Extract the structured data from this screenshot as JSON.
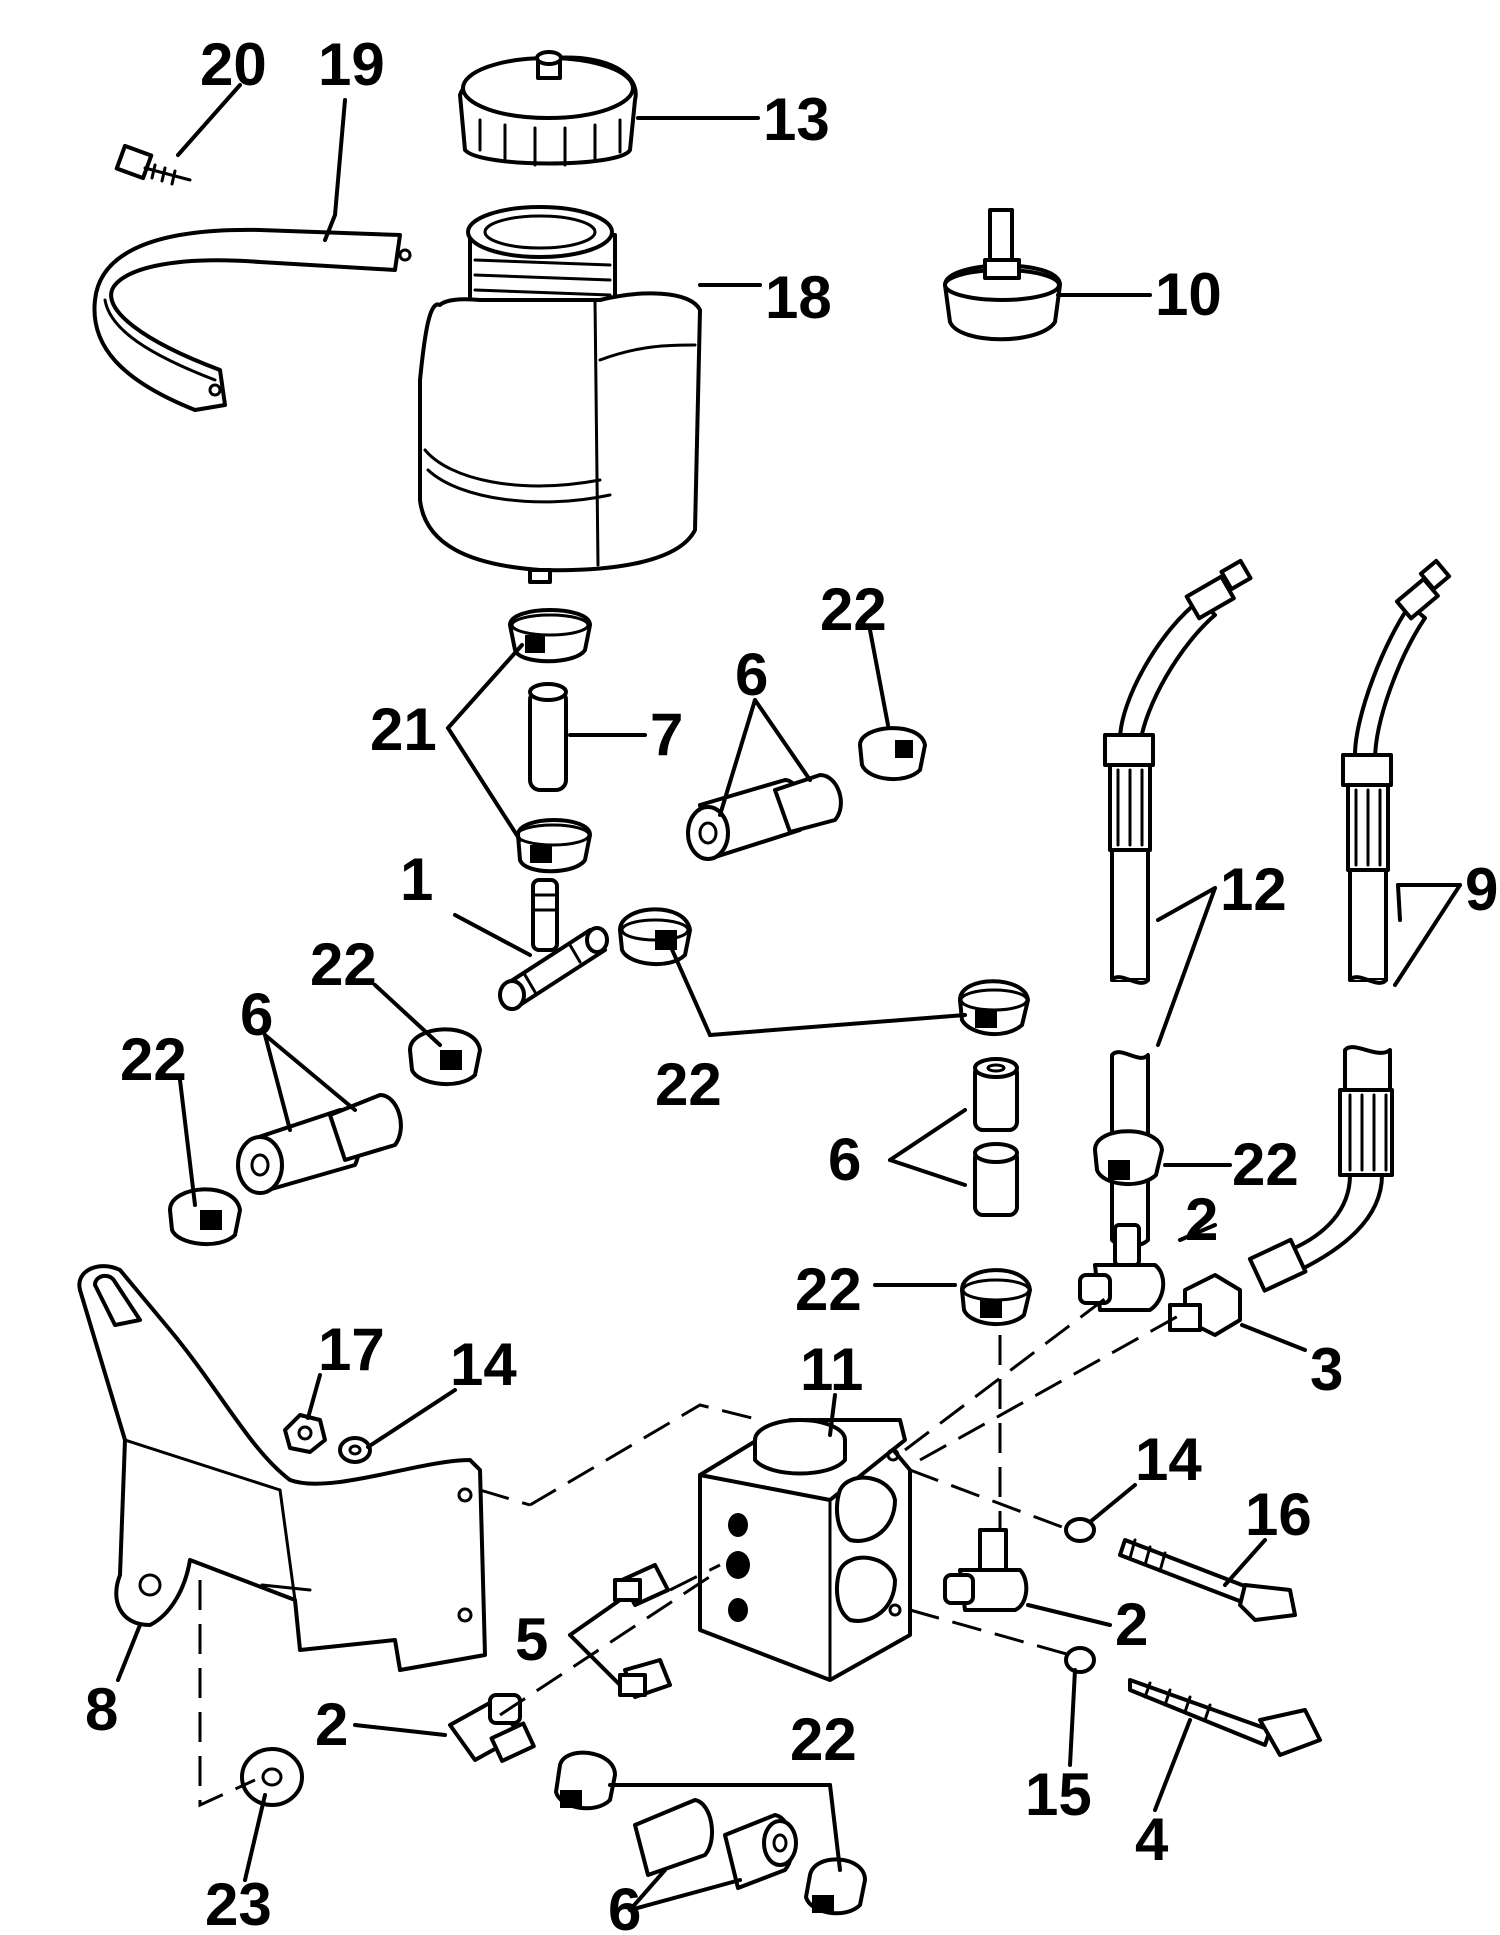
{
  "labels": {
    "l1": "1",
    "l2a": "2",
    "l2b": "2",
    "l2c": "2",
    "l3": "3",
    "l4": "4",
    "l5": "5",
    "l6a": "6",
    "l6b": "6",
    "l6c": "6",
    "l6d": "6",
    "l7": "7",
    "l8": "8",
    "l9": "9",
    "l10": "10",
    "l11": "11",
    "l12": "12",
    "l13": "13",
    "l14a": "14",
    "l14b": "14",
    "l15": "15",
    "l16": "16",
    "l17": "17",
    "l18": "18",
    "l19": "19",
    "l20": "20",
    "l21": "21",
    "l22a": "22",
    "l22b": "22",
    "l22c": "22",
    "l22d": "22",
    "l22e": "22",
    "l22f": "22",
    "l22g": "22",
    "l23": "23"
  }
}
